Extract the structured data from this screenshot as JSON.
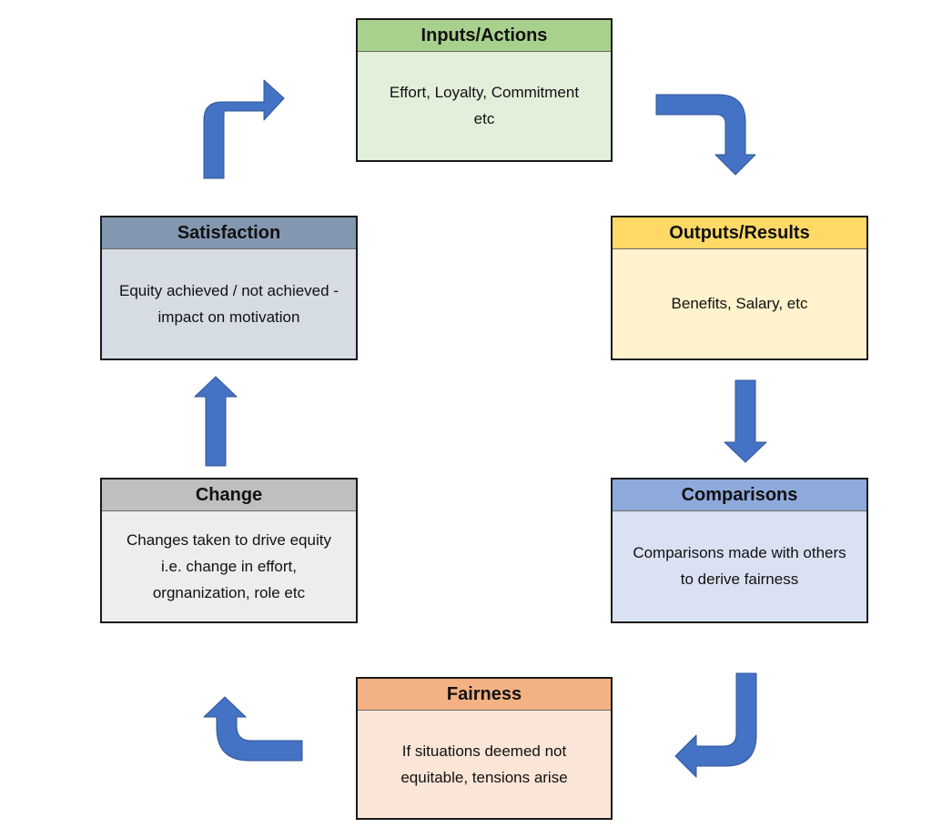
{
  "colors": {
    "arrow_fill": "#4472C4",
    "arrow_stroke": "#2F5597",
    "inputs": {
      "header": "#A9D18E",
      "body": "#E2EFDA"
    },
    "outputs": {
      "header": "#FFD966",
      "body": "#FFF2CC"
    },
    "comparisons": {
      "header": "#8EA9DB",
      "body": "#D9E1F2"
    },
    "fairness": {
      "header": "#F4B183",
      "body": "#FBE5D6"
    },
    "change": {
      "header": "#BFBFBF",
      "body": "#EDEDED"
    },
    "satisfaction": {
      "header": "#8497B0",
      "body": "#D6DCE4"
    }
  },
  "boxes": {
    "inputs": {
      "title": "Inputs/Actions",
      "lines": [
        "Effort, Loyalty, Commitment",
        "etc"
      ]
    },
    "outputs": {
      "title": "Outputs/Results",
      "lines": [
        "Benefits, Salary, etc"
      ]
    },
    "comparisons": {
      "title": "Comparisons",
      "lines": [
        "Comparisons made with others",
        "to derive fairness"
      ]
    },
    "fairness": {
      "title": "Fairness",
      "lines": [
        "If situations deemed not",
        "equitable, tensions arise"
      ]
    },
    "change": {
      "title": "Change",
      "lines": [
        "Changes taken to drive equity",
        "i.e. change in effort,",
        "orgnanization, role etc"
      ]
    },
    "satisfaction": {
      "title": "Satisfaction",
      "lines": [
        "Equity achieved / not achieved -",
        "impact on motivation"
      ]
    }
  },
  "arrows": [
    {
      "from": "inputs",
      "to": "outputs",
      "shape": "bent-arrow-down",
      "icon": "bent-arrow-right-down-icon"
    },
    {
      "from": "outputs",
      "to": "comparisons",
      "shape": "arrow-down",
      "icon": "arrow-down-icon"
    },
    {
      "from": "comparisons",
      "to": "fairness",
      "shape": "bent-arrow-left",
      "icon": "bent-arrow-down-left-icon"
    },
    {
      "from": "fairness",
      "to": "change",
      "shape": "bent-arrow-up",
      "icon": "bent-arrow-left-up-icon"
    },
    {
      "from": "change",
      "to": "satisfaction",
      "shape": "arrow-up",
      "icon": "arrow-up-icon"
    },
    {
      "from": "satisfaction",
      "to": "inputs",
      "shape": "bent-arrow-right",
      "icon": "bent-arrow-up-right-icon"
    }
  ]
}
